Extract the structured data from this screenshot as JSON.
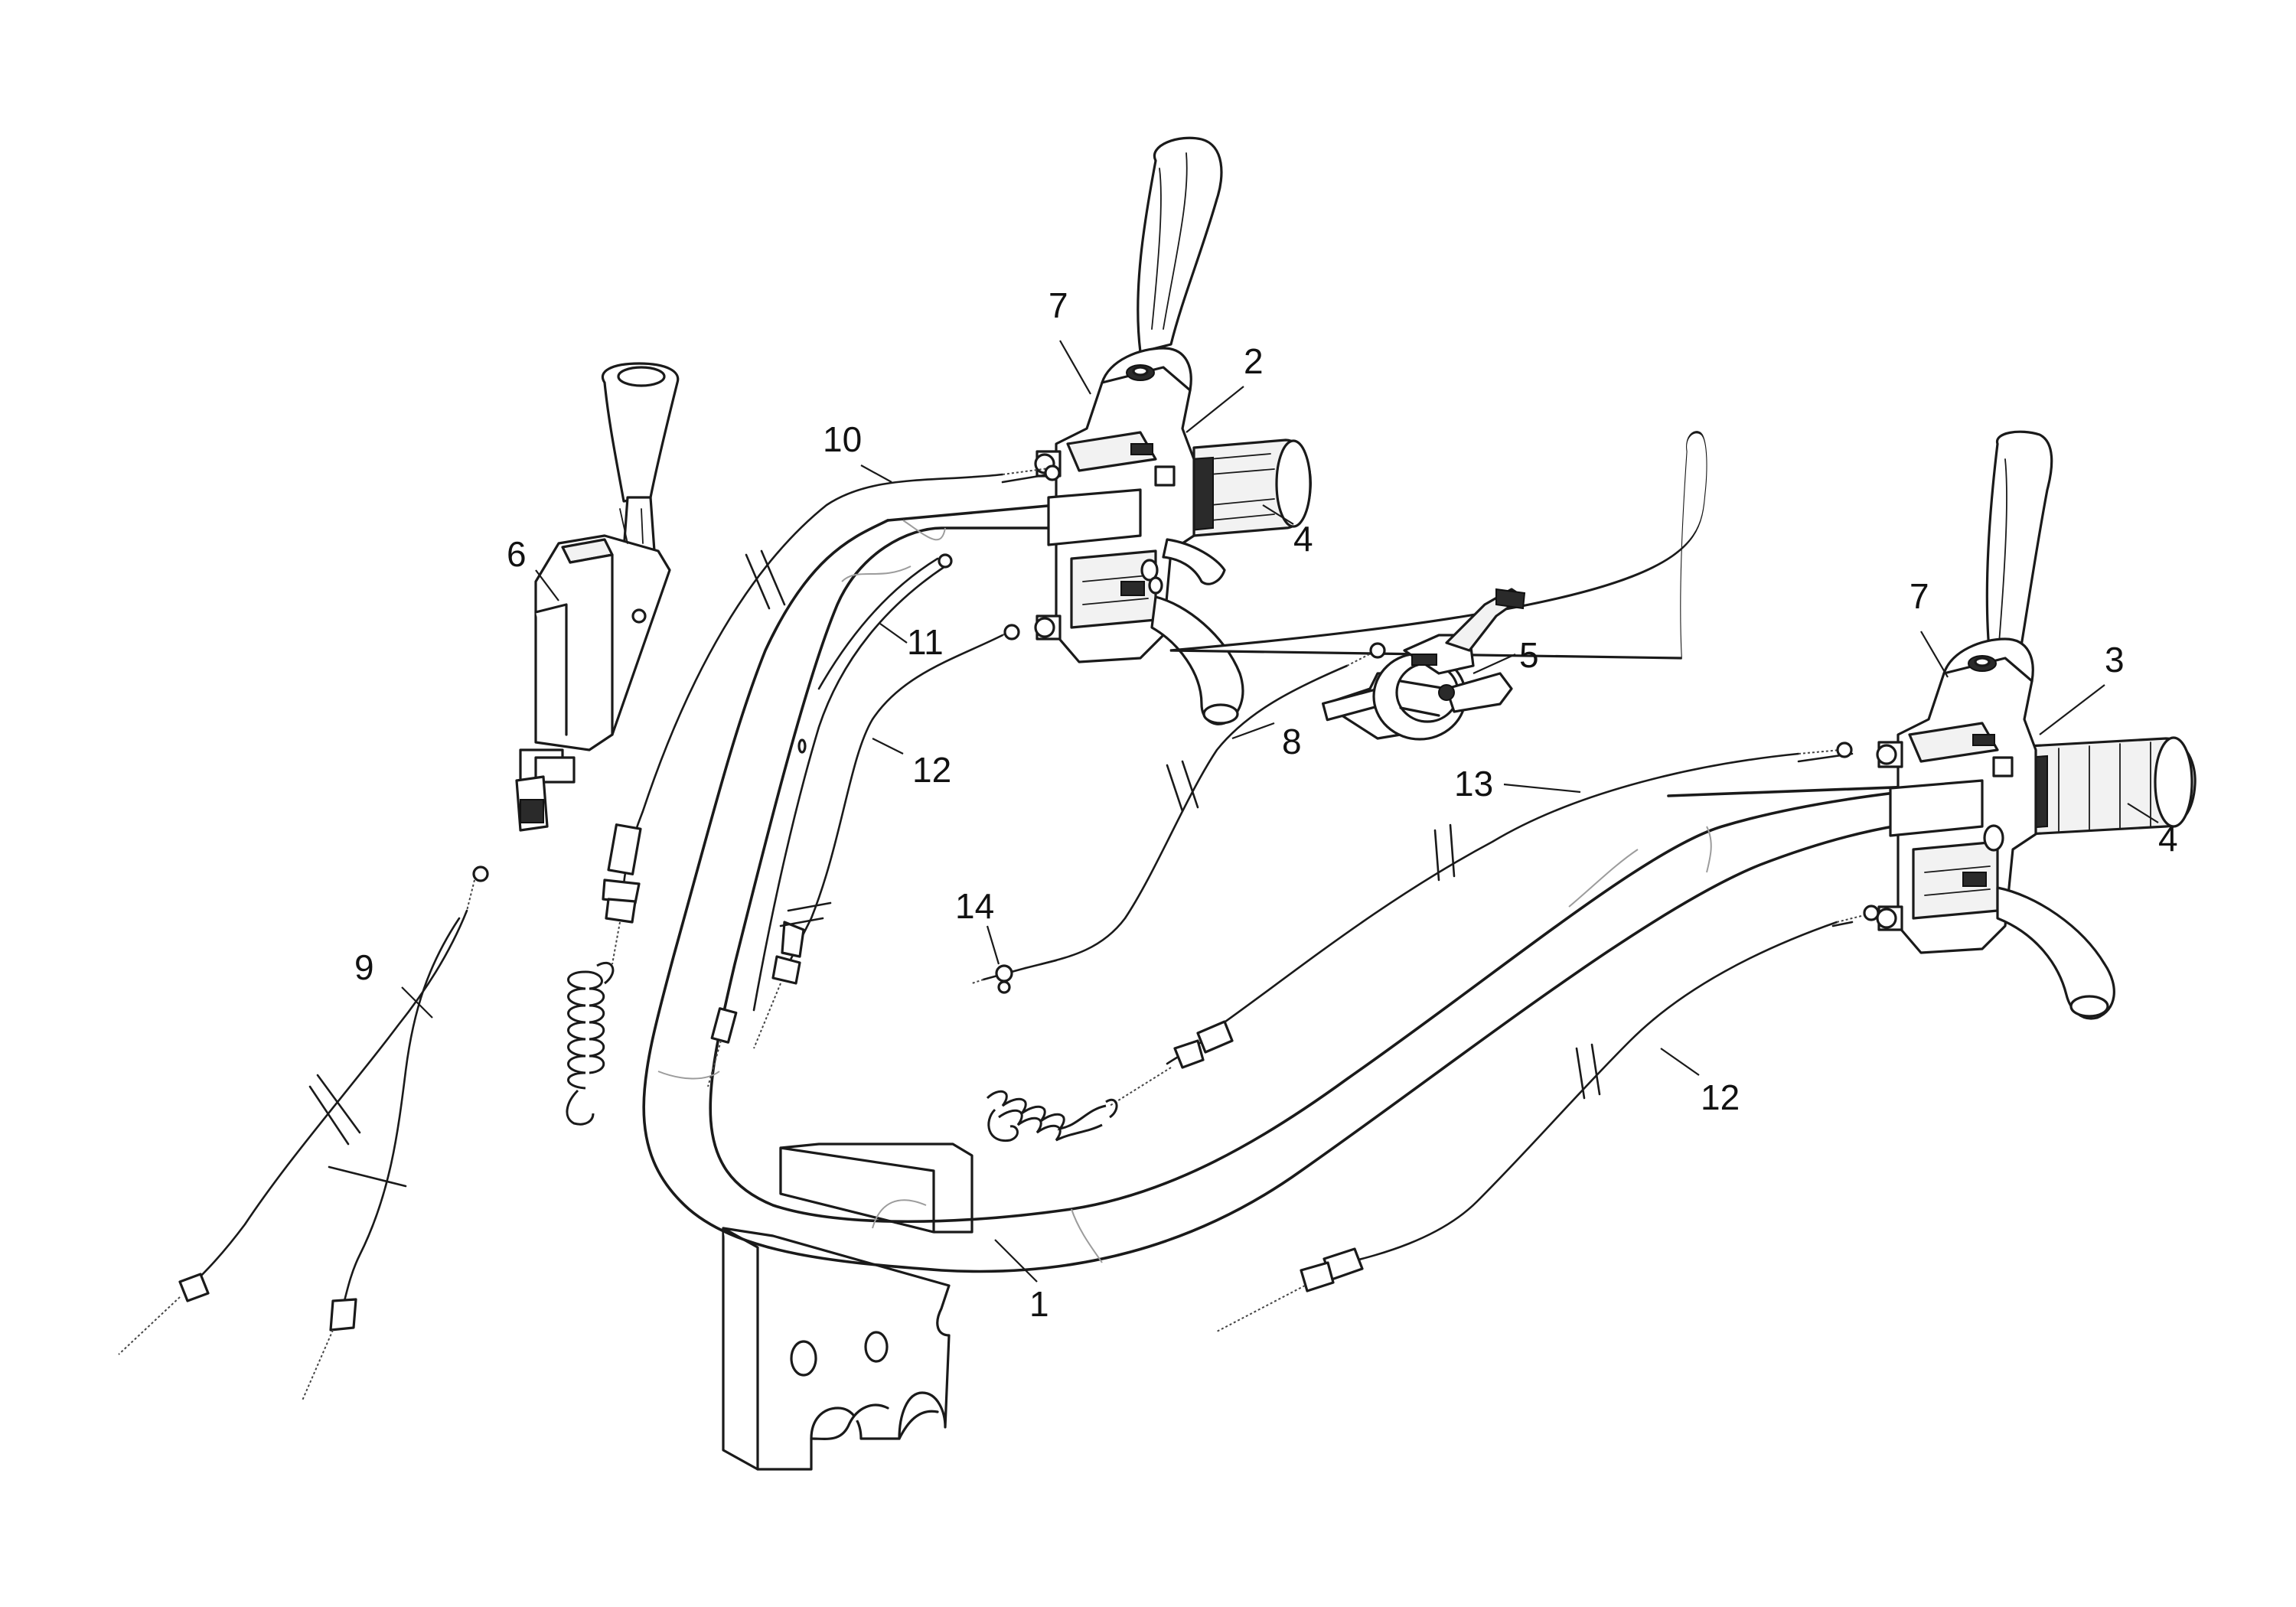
{
  "callouts": [
    {
      "id": "c1",
      "label": "1"
    },
    {
      "id": "c2",
      "label": "2"
    },
    {
      "id": "c3",
      "label": "3"
    },
    {
      "id": "c4a",
      "label": "4"
    },
    {
      "id": "c4b",
      "label": "4"
    },
    {
      "id": "c5",
      "label": "5"
    },
    {
      "id": "c6",
      "label": "6"
    },
    {
      "id": "c7a",
      "label": "7"
    },
    {
      "id": "c7b",
      "label": "7"
    },
    {
      "id": "c8",
      "label": "8"
    },
    {
      "id": "c9",
      "label": "9"
    },
    {
      "id": "c10",
      "label": "10"
    },
    {
      "id": "c11",
      "label": "11"
    },
    {
      "id": "c12a",
      "label": "12"
    },
    {
      "id": "c12b",
      "label": "12"
    },
    {
      "id": "c13",
      "label": "13"
    },
    {
      "id": "c14",
      "label": "14"
    }
  ]
}
